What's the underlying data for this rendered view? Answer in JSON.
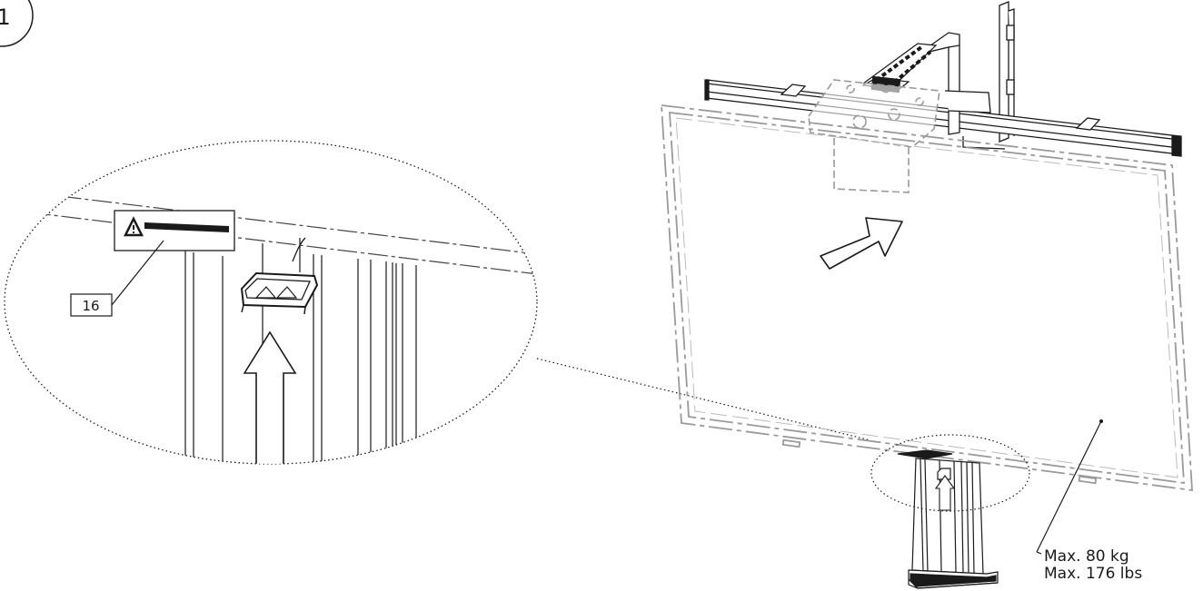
{
  "step_number": "1",
  "callout_number": "16",
  "max_load": {
    "line1": "Max. 80 kg",
    "line2": "Max. 176 lbs"
  },
  "icons": {
    "warning": "warning-triangle-icon",
    "move_up": "arrow-up-icon",
    "move_diagonal": "arrow-up-right-icon"
  },
  "colors": {
    "line": "#1a1a1a",
    "ghost": "#9a9a9a"
  }
}
